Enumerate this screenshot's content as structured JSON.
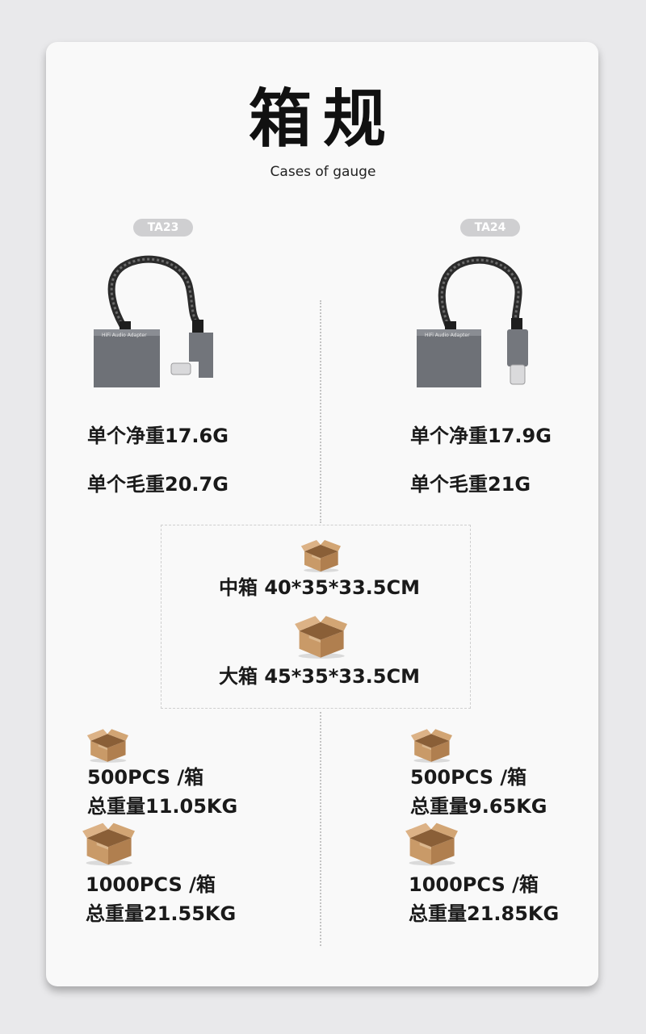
{
  "header": {
    "title": "箱规",
    "subtitle": "Cases of gauge"
  },
  "products": [
    {
      "model": "TA23",
      "net_weight": "单个净重17.6G",
      "gross_weight": "单个毛重20.7G",
      "adapter_label": "HiFi Audio Adapter",
      "packing": [
        {
          "qty": "500PCS /箱",
          "weight": "总重量11.05KG"
        },
        {
          "qty": "1000PCS /箱",
          "weight": "总重量21.55KG"
        }
      ]
    },
    {
      "model": "TA24",
      "net_weight": "单个净重17.9G",
      "gross_weight": "单个毛重21G",
      "adapter_label": "HiFi Audio Adapter",
      "packing": [
        {
          "qty": "500PCS /箱",
          "weight": "总重量9.65KG"
        },
        {
          "qty": "1000PCS /箱",
          "weight": "总重量21.85KG"
        }
      ]
    }
  ],
  "cartons": [
    {
      "label": "中箱  40*35*33.5CM"
    },
    {
      "label": "大箱  45*35*33.5CM"
    }
  ],
  "colors": {
    "card": "#f9f9f9",
    "background": "#e9e9eb",
    "pill": "#cfcfd1",
    "cardboard": "#c99a68"
  },
  "icons": [
    "cardboard-box-icon",
    "usb-c-audio-adapter-image"
  ]
}
